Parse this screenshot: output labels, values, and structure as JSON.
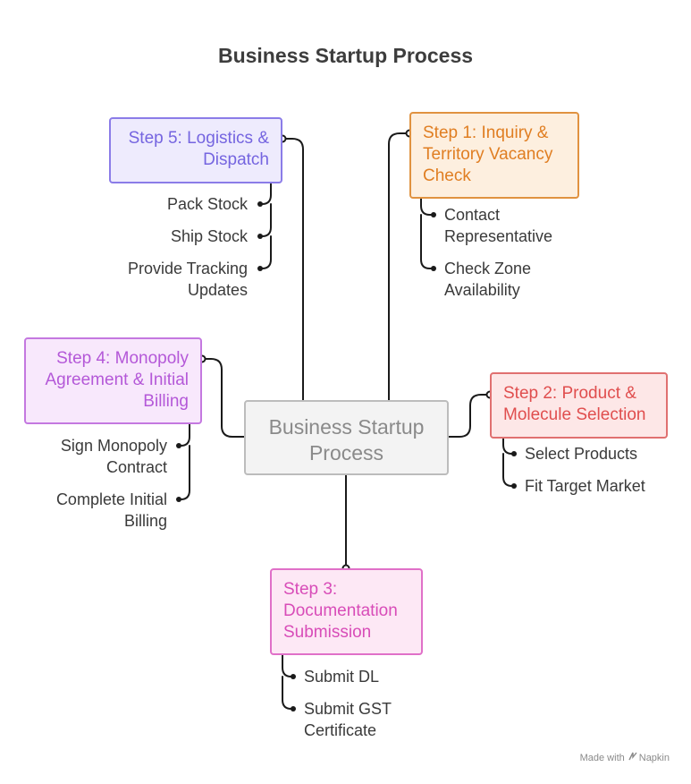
{
  "title": "Business Startup Process",
  "center": {
    "line1": "Business Startup",
    "line2": "Process"
  },
  "steps": {
    "step1": {
      "lines": [
        "Step 1: Inquiry &",
        "Territory Vacancy",
        "Check"
      ],
      "items": [
        {
          "lines": [
            "Contact",
            "Representative"
          ]
        },
        {
          "lines": [
            "Check Zone",
            "Availability"
          ]
        }
      ]
    },
    "step2": {
      "lines": [
        "Step 2: Product &",
        "Molecule Selection"
      ],
      "items": [
        {
          "lines": [
            "Select Products"
          ]
        },
        {
          "lines": [
            "Fit Target Market"
          ]
        }
      ]
    },
    "step3": {
      "lines": [
        "Step 3:",
        "Documentation",
        "Submission"
      ],
      "items": [
        {
          "lines": [
            "Submit DL"
          ]
        },
        {
          "lines": [
            "Submit GST",
            "Certificate"
          ]
        }
      ]
    },
    "step4": {
      "lines": [
        "Step 4: Monopoly",
        "Agreement & Initial",
        "Billing"
      ],
      "items": [
        {
          "lines": [
            "Sign Monopoly",
            "Contract"
          ]
        },
        {
          "lines": [
            "Complete Initial",
            "Billing"
          ]
        }
      ]
    },
    "step5": {
      "lines": [
        "Step 5: Logistics &",
        "Dispatch"
      ],
      "items": [
        {
          "lines": [
            "Pack Stock"
          ]
        },
        {
          "lines": [
            "Ship Stock"
          ]
        },
        {
          "lines": [
            "Provide Tracking",
            "Updates"
          ]
        }
      ]
    }
  },
  "footer": {
    "made_with": "Made with",
    "brand": "Napkin"
  },
  "colors": {
    "step1": "#e07e22",
    "step2": "#e04e4e",
    "step3": "#d84cb8",
    "step4": "#b458d8",
    "step5": "#7565e0",
    "connector": "#1a1a1a"
  },
  "icons": {
    "footer_logo": "napkin-logo-icon"
  }
}
